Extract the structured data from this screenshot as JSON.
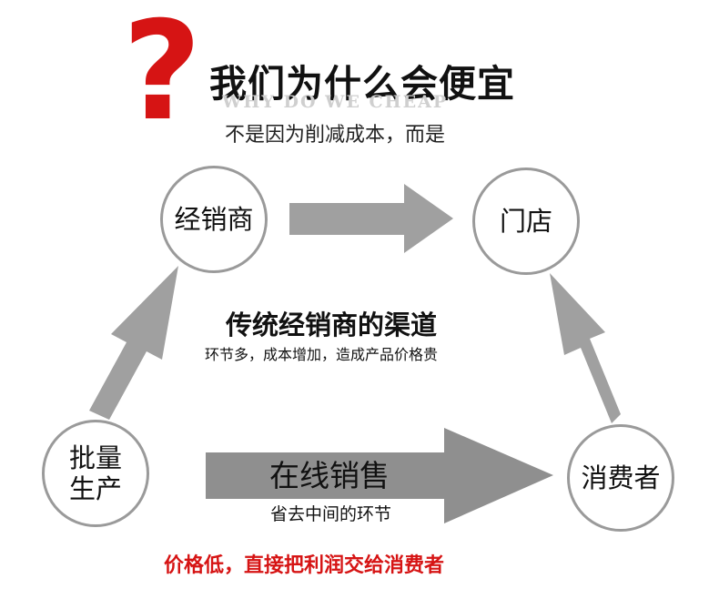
{
  "header": {
    "question_mark": "?",
    "title": "我们为什么会便宜",
    "title_en": "WHY DO WE CHEAP",
    "subtitle": "不是因为削减成本，而是"
  },
  "nodes": {
    "distributor": "经销商",
    "store": "门店",
    "mass_production": "批量\n生产",
    "consumer": "消费者"
  },
  "traditional": {
    "title": "传统经销商的渠道",
    "note": "环节多，成本增加，造成产品价格贵"
  },
  "online": {
    "label": "在线销售",
    "note": "省去中间的环节"
  },
  "conclusion": "价格低，直接把利润交给消费者",
  "colors": {
    "accent_red": "#d61414",
    "arrow_gray": "#a0a0a0",
    "online_arrow_gray": "#8f8f8f",
    "circle_border": "#9a9a9a"
  }
}
